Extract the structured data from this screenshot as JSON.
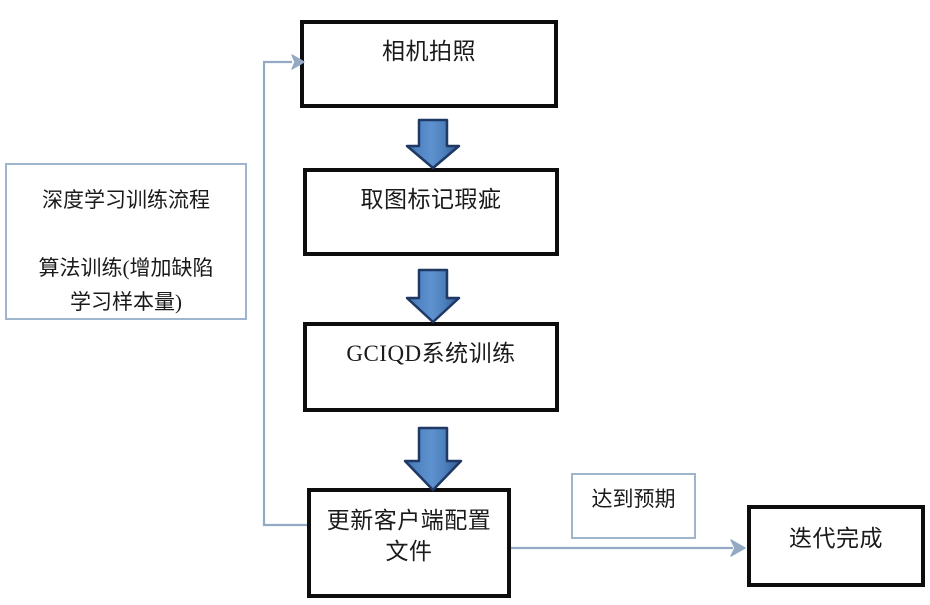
{
  "diagram": {
    "title": "深度学习训练流程",
    "legend": {
      "line1": "深度学习训练流程",
      "line2": "算法训练(增加缺陷\n学习样本量)",
      "full": "深度学习训练流程\n\n算法训练(增加缺陷\n学习样本量)"
    },
    "nodes": [
      {
        "id": "camera-capture",
        "label": "相机拍照"
      },
      {
        "id": "mark-defects",
        "label": "取图标记瑕疵"
      },
      {
        "id": "gciqd-training",
        "label": "GCIQD系统训练"
      },
      {
        "id": "update-config",
        "label": "更新客户端配置\n文件"
      },
      {
        "id": "meets-expectation",
        "label": "达到预期"
      },
      {
        "id": "iteration-done",
        "label": "迭代完成"
      }
    ],
    "colors": {
      "box_border": "#0d0d0d",
      "note_border": "#9fb4cd",
      "arrow_fill": "#4a7ebb",
      "arrow_stroke": "#1f3864",
      "connector": "#93a9c4",
      "background": "#ffffff",
      "text": "#1a1a1a"
    }
  }
}
